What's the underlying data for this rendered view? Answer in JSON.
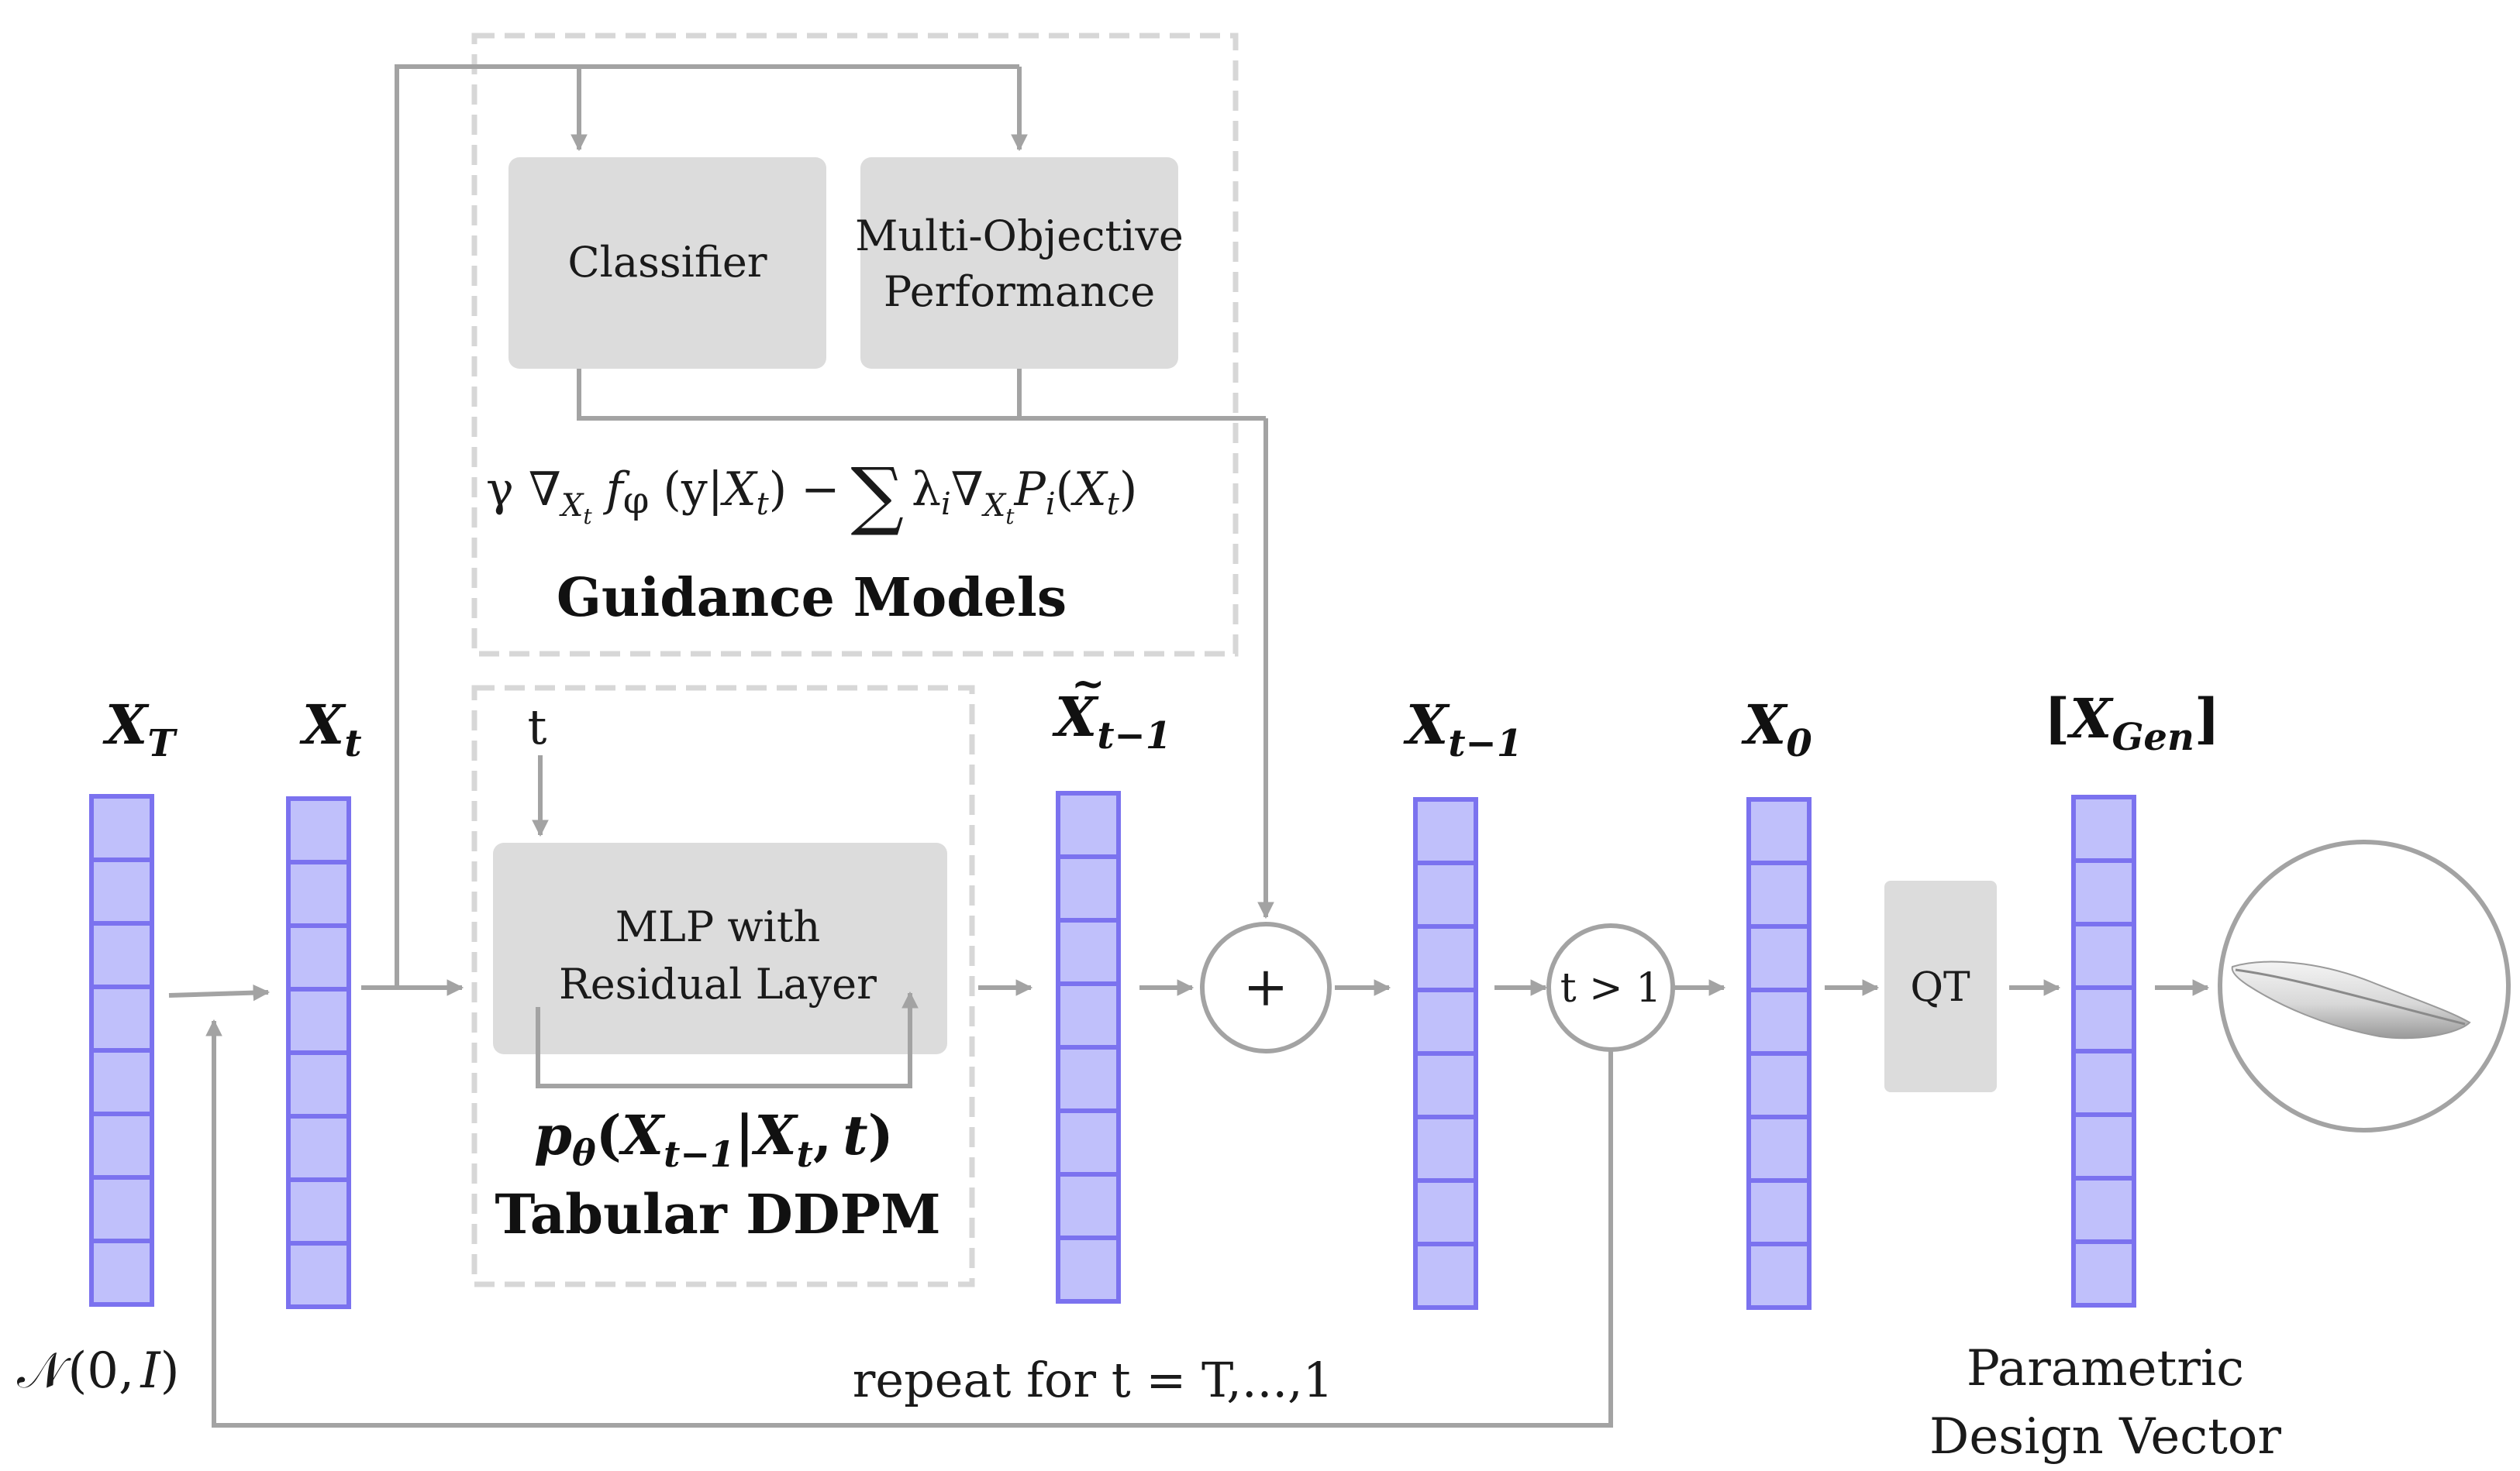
{
  "guidance": {
    "title": "Guidance Models",
    "classifier_label": "Classifier",
    "mo_line1": "Multi-Objective",
    "mo_line2": "Performance",
    "formula": {
      "gamma": "γ ∇",
      "xt_sub": "X",
      "t": "t",
      "f": "f",
      "phi": "φ",
      "cond": "(y|",
      "x": "X",
      "close": ")",
      "minus": "−",
      "sum": "∑",
      "lambda": "λ",
      "i": "i",
      "nabla": "∇",
      "P": "P",
      "open": "("
    }
  },
  "ddpm": {
    "title": "Tabular DDPM",
    "t_label": "t",
    "mlp_line1": "MLP with",
    "mlp_line2": "Residual Layer",
    "p": "p",
    "theta": "θ",
    "args_open": "(",
    "X": "X",
    "tm1": "t−1",
    "bar": "|",
    "comma": ",",
    "t": "t",
    "args_close": ")"
  },
  "vectors": {
    "xT": {
      "X": "X",
      "sub": "T"
    },
    "xt": {
      "X": "X",
      "sub": "t"
    },
    "xtilde": {
      "X": "X",
      "tilde": "~",
      "sub": "t−1"
    },
    "xtm1": {
      "X": "X",
      "sub": "t−1"
    },
    "x0": {
      "X": "X",
      "sub": "0"
    },
    "xgen": {
      "open": "[",
      "X": "X",
      "sub": "Gen",
      "close": "]"
    }
  },
  "noise_label": {
    "N": "𝒩",
    "args": "(0,",
    "I": "I",
    "close": ")"
  },
  "plus_symbol": "+",
  "condition_label": "t > 1",
  "qt_label": "QT",
  "repeat_label": "repeat for t = T,...,1",
  "output_label_line1": "Parametric",
  "output_label_line2": "Design Vector",
  "colors": {
    "vector_fill": "#c0c0fb",
    "vector_stroke": "#7b72ef",
    "box_fill": "#dcdcdc",
    "line": "#a3a3a3"
  }
}
